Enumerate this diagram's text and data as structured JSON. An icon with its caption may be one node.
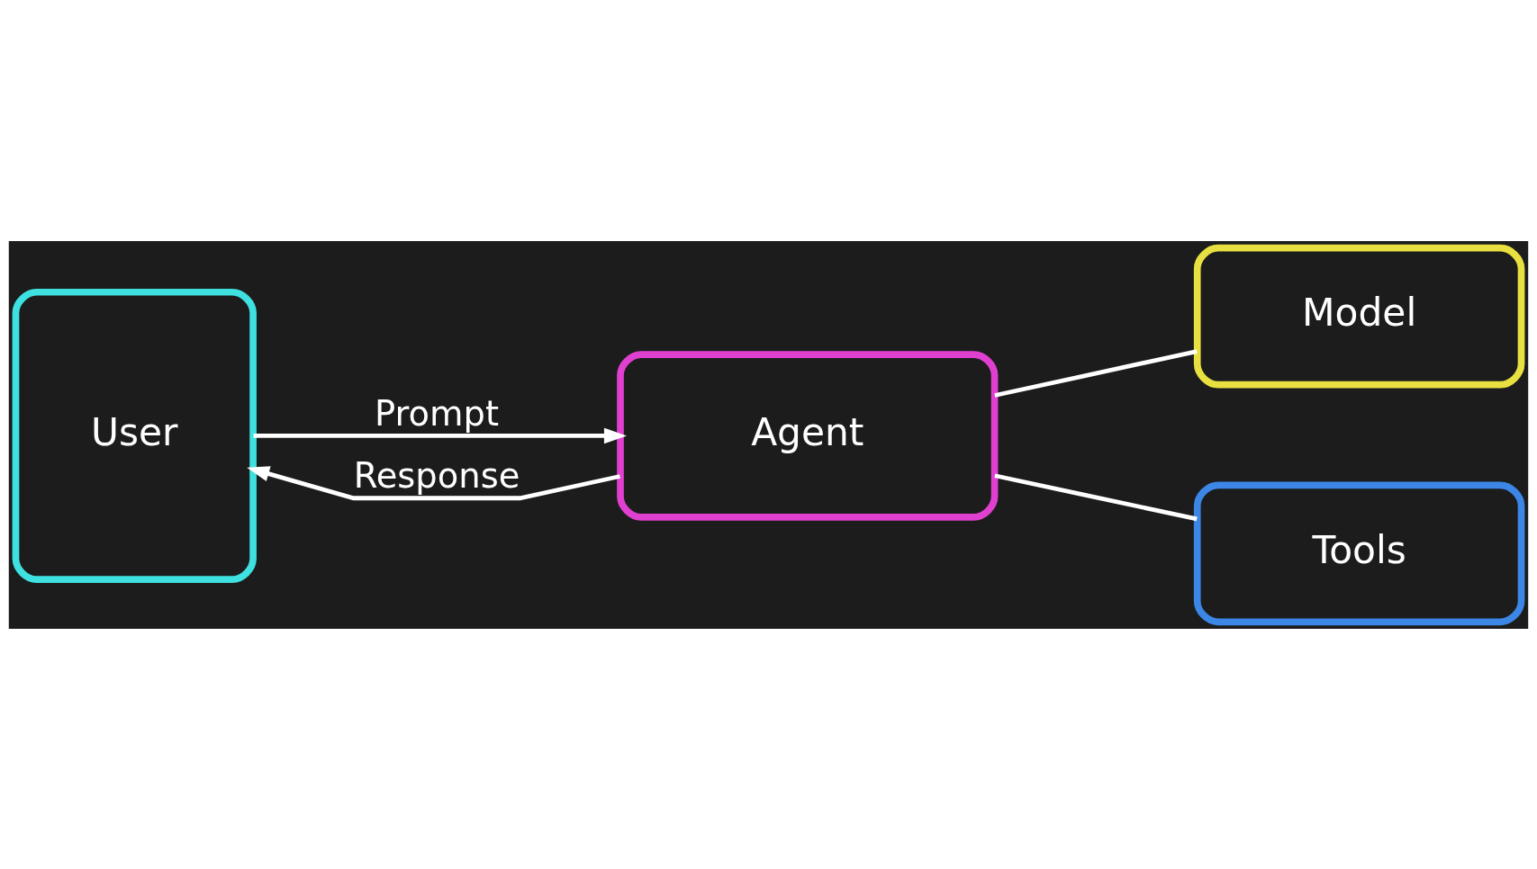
{
  "diagram": {
    "nodes": [
      {
        "text": [
          "User"
        ]
      },
      {
        "text": [
          "Agent"
        ]
      },
      {
        "text": [
          "Model"
        ]
      },
      {
        "text": [
          "Tools"
        ]
      }
    ],
    "edges": [
      {
        "from": 0,
        "to": 1,
        "arrow": "to",
        "label": "Prompt"
      },
      {
        "from": 1,
        "to": 0,
        "arrow": "to",
        "label": "Response"
      },
      {
        "from": 1,
        "to": 2,
        "arrow": "none"
      },
      {
        "from": 1,
        "to": 3,
        "arrow": "none"
      }
    ]
  }
}
